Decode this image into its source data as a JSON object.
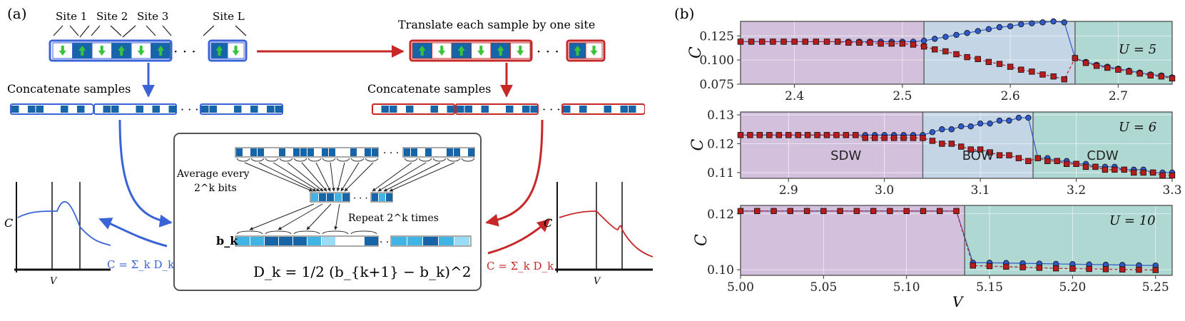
{
  "panel_a": {
    "label": "(a)",
    "site_labels": [
      "Site 1",
      "Site 2",
      "Site 3",
      "Site L"
    ],
    "translate_text": "Translate each sample by one site",
    "concat_left": "Concatenate samples",
    "concat_right": "Concatenate samples",
    "average_text_1": "Average every",
    "average_text_2": "2^k bits",
    "repeat_text": "Repeat 2^k times",
    "bk_label": "b_k",
    "formula": "D_k = 1/2 (b_{k+1} − b_k)^2",
    "sum_formula": "C = Σ_k D_k",
    "left_axis_y": "C",
    "left_axis_x": "V",
    "right_axis_y": "C",
    "right_axis_x": "V",
    "colors": {
      "blue": "#3a63d8",
      "red": "#c62828",
      "darkblue": "#1565a8",
      "lightblue": "#41b4e6",
      "green": "#39c339"
    }
  },
  "panel_b": {
    "label": "(b)",
    "xlabel": "V",
    "phase_labels": [
      "SDW",
      "BOW",
      "CDW"
    ],
    "colors": {
      "sdw": "#d2c0dc",
      "bow": "#c4d5e6",
      "cdw": "#b0d8d2",
      "series_circle": "#2f59c8",
      "series_square": "#b71c1c"
    }
  },
  "chart_data": [
    {
      "type": "line",
      "title": "U = 5",
      "ylabel": "C",
      "xlabel": "",
      "xlim": [
        2.35,
        2.75
      ],
      "ylim": [
        0.075,
        0.14
      ],
      "xticks": [
        "2.4",
        "2.5",
        "2.6",
        "2.7"
      ],
      "yticks": [
        "0.075",
        "0.100",
        "0.125"
      ],
      "grid": true,
      "phase_boundaries": [
        2.52,
        2.66
      ],
      "series": [
        {
          "marker": "circle",
          "x": [
            2.35,
            2.36,
            2.37,
            2.38,
            2.39,
            2.4,
            2.41,
            2.42,
            2.43,
            2.44,
            2.45,
            2.46,
            2.47,
            2.48,
            2.49,
            2.5,
            2.51,
            2.52,
            2.53,
            2.54,
            2.55,
            2.56,
            2.57,
            2.58,
            2.59,
            2.6,
            2.61,
            2.62,
            2.63,
            2.64,
            2.65,
            2.66,
            2.67,
            2.68,
            2.69,
            2.7,
            2.71,
            2.72,
            2.73,
            2.74,
            2.75
          ],
          "y": [
            0.119,
            0.119,
            0.119,
            0.119,
            0.119,
            0.119,
            0.119,
            0.119,
            0.119,
            0.119,
            0.119,
            0.119,
            0.119,
            0.119,
            0.119,
            0.119,
            0.119,
            0.12,
            0.122,
            0.124,
            0.126,
            0.128,
            0.13,
            0.132,
            0.134,
            0.135,
            0.137,
            0.138,
            0.139,
            0.14,
            0.139,
            0.102,
            0.098,
            0.095,
            0.093,
            0.091,
            0.089,
            0.087,
            0.085,
            0.084,
            0.082
          ]
        },
        {
          "marker": "square",
          "x": [
            2.35,
            2.36,
            2.37,
            2.38,
            2.39,
            2.4,
            2.41,
            2.42,
            2.43,
            2.44,
            2.45,
            2.46,
            2.47,
            2.48,
            2.49,
            2.5,
            2.51,
            2.52,
            2.53,
            2.54,
            2.55,
            2.56,
            2.57,
            2.58,
            2.59,
            2.6,
            2.61,
            2.62,
            2.63,
            2.64,
            2.65,
            2.66,
            2.67,
            2.68,
            2.69,
            2.7,
            2.71,
            2.72,
            2.73,
            2.74,
            2.75
          ],
          "y": [
            0.119,
            0.119,
            0.119,
            0.119,
            0.119,
            0.119,
            0.119,
            0.119,
            0.119,
            0.119,
            0.118,
            0.118,
            0.118,
            0.117,
            0.117,
            0.117,
            0.116,
            0.114,
            0.111,
            0.109,
            0.106,
            0.103,
            0.101,
            0.098,
            0.096,
            0.093,
            0.09,
            0.088,
            0.085,
            0.083,
            0.08,
            0.102,
            0.097,
            0.094,
            0.092,
            0.09,
            0.088,
            0.086,
            0.084,
            0.083,
            0.081
          ]
        }
      ]
    },
    {
      "type": "line",
      "title": "U = 6",
      "ylabel": "C",
      "xlabel": "",
      "xlim": [
        2.85,
        3.3
      ],
      "ylim": [
        0.108,
        0.131
      ],
      "xticks": [
        "2.9",
        "3.0",
        "3.1",
        "3.2",
        "3.3"
      ],
      "yticks": [
        "0.11",
        "0.12",
        "0.13"
      ],
      "grid": true,
      "phase_boundaries": [
        3.04,
        3.155
      ],
      "phase_labels_shown": [
        "SDW",
        "BOW",
        "CDW"
      ],
      "series": [
        {
          "marker": "circle",
          "x": [
            2.85,
            2.86,
            2.87,
            2.88,
            2.89,
            2.9,
            2.91,
            2.92,
            2.93,
            2.94,
            2.95,
            2.96,
            2.97,
            2.98,
            2.99,
            3.0,
            3.01,
            3.02,
            3.03,
            3.04,
            3.05,
            3.06,
            3.07,
            3.08,
            3.09,
            3.1,
            3.11,
            3.12,
            3.13,
            3.14,
            3.15,
            3.16,
            3.17,
            3.18,
            3.19,
            3.2,
            3.21,
            3.22,
            3.23,
            3.24,
            3.25,
            3.26,
            3.27,
            3.28,
            3.29,
            3.3
          ],
          "y": [
            0.123,
            0.123,
            0.123,
            0.123,
            0.123,
            0.123,
            0.123,
            0.123,
            0.123,
            0.123,
            0.123,
            0.123,
            0.123,
            0.123,
            0.123,
            0.123,
            0.123,
            0.123,
            0.123,
            0.123,
            0.124,
            0.125,
            0.125,
            0.126,
            0.126,
            0.127,
            0.127,
            0.128,
            0.128,
            0.129,
            0.129,
            0.115,
            0.115,
            0.114,
            0.114,
            0.113,
            0.113,
            0.112,
            0.112,
            0.112,
            0.111,
            0.111,
            0.111,
            0.11,
            0.11,
            0.11
          ]
        },
        {
          "marker": "square",
          "x": [
            2.85,
            2.86,
            2.87,
            2.88,
            2.89,
            2.9,
            2.91,
            2.92,
            2.93,
            2.94,
            2.95,
            2.96,
            2.97,
            2.98,
            2.99,
            3.0,
            3.01,
            3.02,
            3.03,
            3.04,
            3.05,
            3.06,
            3.07,
            3.08,
            3.09,
            3.1,
            3.11,
            3.12,
            3.13,
            3.14,
            3.15,
            3.16,
            3.17,
            3.18,
            3.19,
            3.2,
            3.21,
            3.22,
            3.23,
            3.24,
            3.25,
            3.26,
            3.27,
            3.28,
            3.29,
            3.3
          ],
          "y": [
            0.123,
            0.123,
            0.123,
            0.123,
            0.123,
            0.123,
            0.123,
            0.123,
            0.123,
            0.123,
            0.123,
            0.123,
            0.123,
            0.122,
            0.122,
            0.122,
            0.122,
            0.122,
            0.122,
            0.122,
            0.121,
            0.12,
            0.12,
            0.119,
            0.118,
            0.118,
            0.117,
            0.116,
            0.116,
            0.115,
            0.114,
            0.115,
            0.114,
            0.114,
            0.113,
            0.113,
            0.112,
            0.112,
            0.111,
            0.111,
            0.111,
            0.11,
            0.11,
            0.11,
            0.109,
            0.109
          ]
        }
      ]
    },
    {
      "type": "line",
      "title": "U = 10",
      "ylabel": "C",
      "xlabel": "V",
      "xlim": [
        5.0,
        5.26
      ],
      "ylim": [
        0.098,
        0.123
      ],
      "xticks": [
        "5.00",
        "5.05",
        "5.10",
        "5.15",
        "5.20",
        "5.25"
      ],
      "yticks": [
        "0.10",
        "0.12"
      ],
      "grid": true,
      "phase_boundaries": [
        5.135
      ],
      "series": [
        {
          "marker": "circle",
          "x": [
            5.0,
            5.01,
            5.02,
            5.03,
            5.04,
            5.05,
            5.06,
            5.07,
            5.08,
            5.09,
            5.1,
            5.11,
            5.12,
            5.13,
            5.14,
            5.15,
            5.16,
            5.17,
            5.18,
            5.19,
            5.2,
            5.21,
            5.22,
            5.23,
            5.24,
            5.25
          ],
          "y": [
            0.121,
            0.121,
            0.121,
            0.121,
            0.121,
            0.121,
            0.121,
            0.121,
            0.121,
            0.121,
            0.121,
            0.121,
            0.121,
            0.121,
            0.1025,
            0.1025,
            0.1024,
            0.1023,
            0.1022,
            0.1021,
            0.102,
            0.1019,
            0.1018,
            0.1017,
            0.1016,
            0.1015
          ]
        },
        {
          "marker": "square",
          "x": [
            5.0,
            5.01,
            5.02,
            5.03,
            5.04,
            5.05,
            5.06,
            5.07,
            5.08,
            5.09,
            5.1,
            5.11,
            5.12,
            5.13,
            5.14,
            5.15,
            5.16,
            5.17,
            5.18,
            5.19,
            5.2,
            5.21,
            5.22,
            5.23,
            5.24,
            5.25
          ],
          "y": [
            0.121,
            0.121,
            0.121,
            0.121,
            0.121,
            0.121,
            0.121,
            0.121,
            0.121,
            0.121,
            0.121,
            0.121,
            0.121,
            0.121,
            0.1015,
            0.1013,
            0.1011,
            0.1009,
            0.1007,
            0.1005,
            0.1004,
            0.1003,
            0.1002,
            0.1001,
            0.1,
            0.0999
          ]
        }
      ]
    }
  ]
}
